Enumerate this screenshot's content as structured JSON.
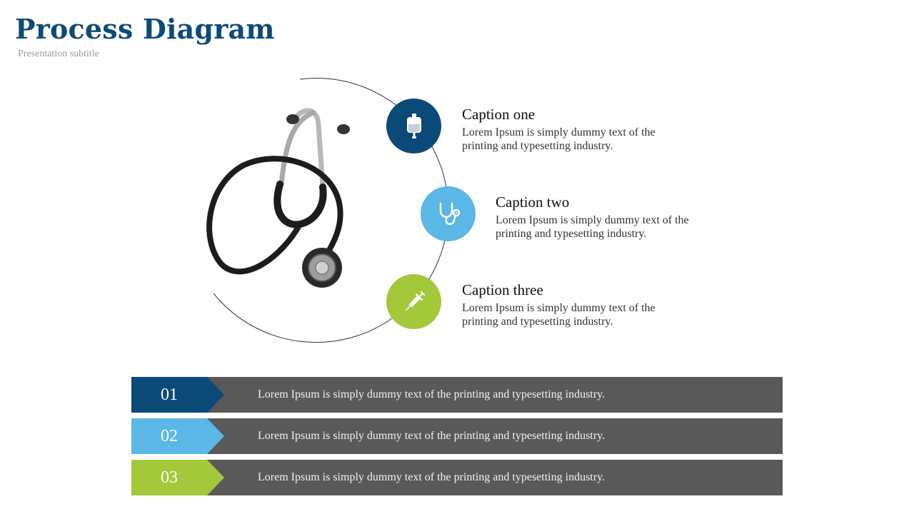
{
  "header": {
    "title": "Process Diagram",
    "subtitle": "Presentation subtitle"
  },
  "colors": {
    "navy": "#0b4a78",
    "light_blue": "#5bb7e6",
    "green": "#a3c93a",
    "bar_gray": "#595959"
  },
  "steps": [
    {
      "title": "Caption one",
      "text": "Lorem Ipsum is simply dummy text of the printing and typesetting industry.",
      "icon": "iv-bag-icon",
      "color": "#0b4a78"
    },
    {
      "title": "Caption two",
      "text": "Lorem Ipsum is simply dummy text of the printing and typesetting industry.",
      "icon": "stethoscope-icon",
      "color": "#5bb7e6"
    },
    {
      "title": "Caption three",
      "text": "Lorem Ipsum is simply dummy text of the printing and typesetting industry.",
      "icon": "syringe-icon",
      "color": "#a3c93a"
    }
  ],
  "bars": [
    {
      "number": "01",
      "text": "Lorem Ipsum is simply dummy text of the printing and typesetting industry.",
      "color": "#0b4a78"
    },
    {
      "number": "02",
      "text": "Lorem Ipsum is simply dummy text of the printing and typesetting industry.",
      "color": "#5bb7e6"
    },
    {
      "number": "03",
      "text": "Lorem Ipsum is simply dummy text of the printing and typesetting industry.",
      "color": "#a3c93a"
    }
  ],
  "illustration": {
    "name": "stethoscope-image"
  }
}
